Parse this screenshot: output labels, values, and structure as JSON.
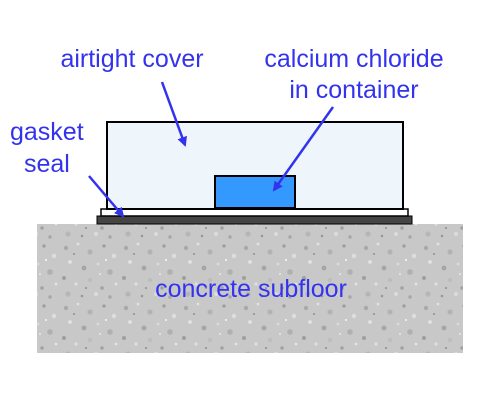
{
  "labels": {
    "cover": "airtight cover",
    "chemical_line1": "calcium chloride",
    "chemical_line2": "in container",
    "gasket_line1": "gasket",
    "gasket_line2": "seal",
    "subfloor": "concrete subfloor"
  },
  "colors": {
    "label_text": "#3333ee",
    "arrow": "#3333ee",
    "cover_fill": "#eef6fc",
    "container_fill": "#3399ff",
    "concrete_base": "#c8c8c8",
    "outline": "#000000",
    "gasket": "#444444"
  }
}
